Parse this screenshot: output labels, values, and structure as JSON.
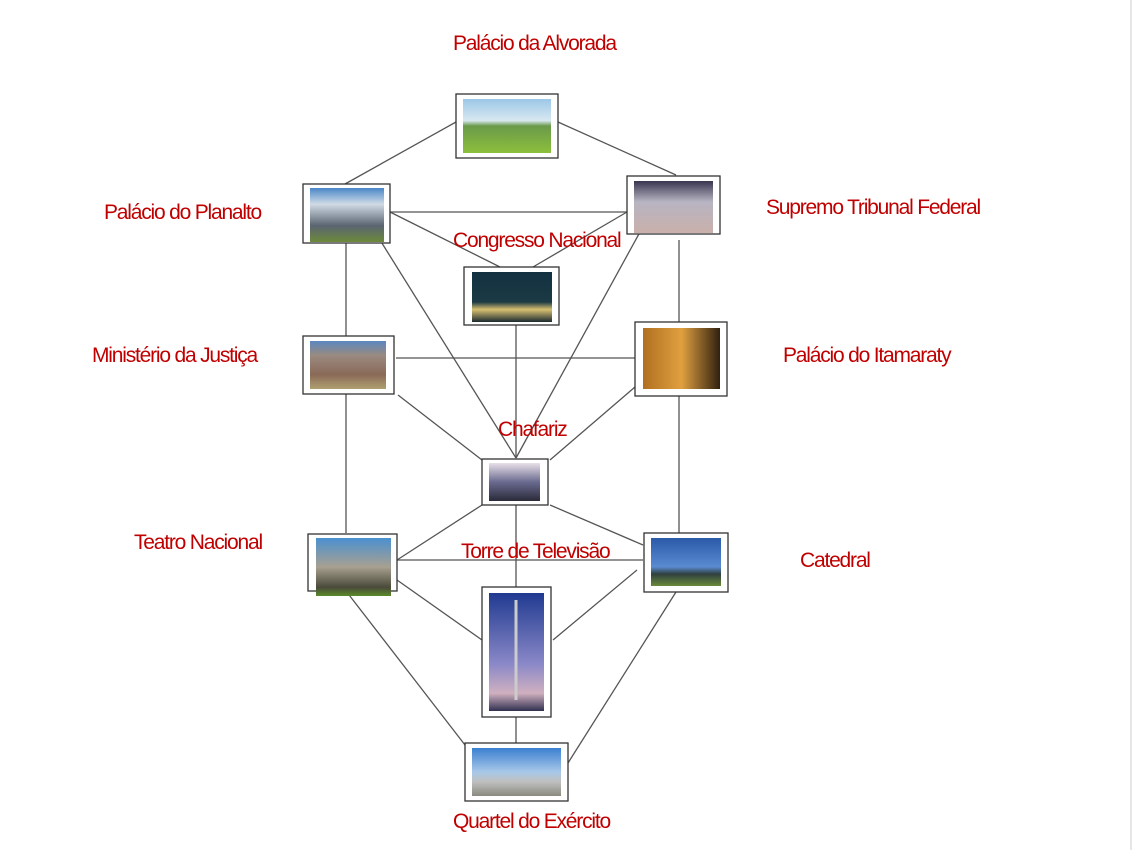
{
  "labels": {
    "alvorada": "Palácio da Alvorada",
    "planalto": "Palácio do Planalto",
    "stf": "Supremo Tribunal Federal",
    "congresso": "Congresso Nacional",
    "justica": "Ministério da Justiça",
    "itamaraty": "Palácio do Itamaraty",
    "chafariz": "Chafariz",
    "teatro": "Teatro Nacional",
    "torre": "Torre de Televisão",
    "catedral": "Catedral",
    "quartel": "Quartel do Exército"
  },
  "colors": {
    "label": "#c00000",
    "line": "#555555"
  }
}
